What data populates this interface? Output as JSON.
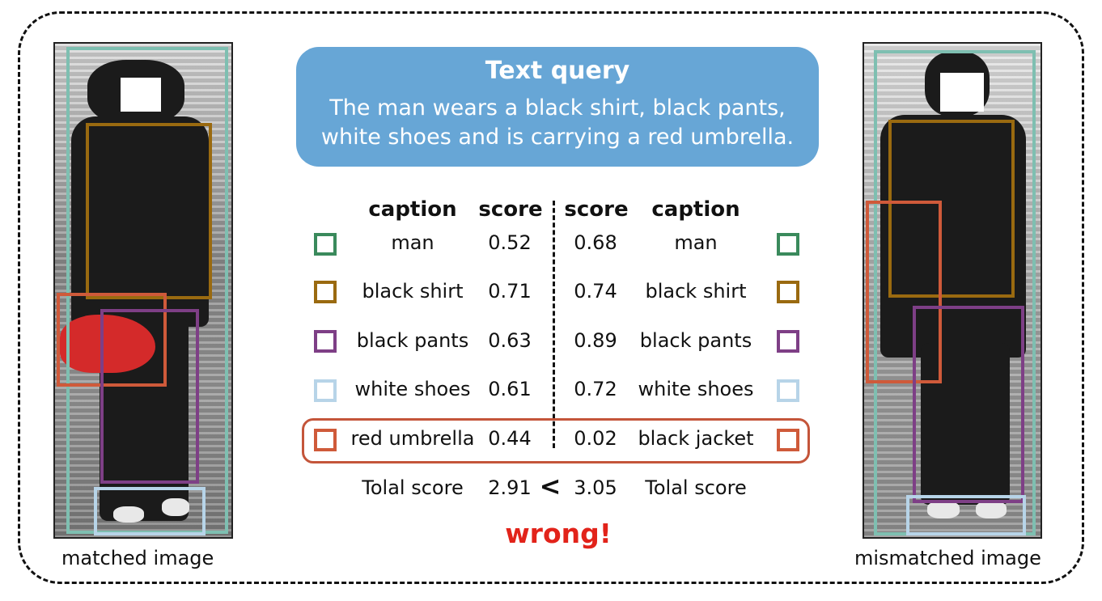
{
  "text_query": {
    "title": "Text query",
    "line1": "The man wears a black shirt, black pants,",
    "line2": "white shoes and is carrying a red umbrella."
  },
  "headers": {
    "left_caption": "caption",
    "left_score": "score",
    "right_score": "score",
    "right_caption": "caption"
  },
  "rows": [
    {
      "left_caption": "man",
      "left_score": "0.52",
      "right_score": "0.68",
      "right_caption": "man",
      "color": "#3a8a5c"
    },
    {
      "left_caption": "black shirt",
      "left_score": "0.71",
      "right_score": "0.74",
      "right_caption": "black shirt",
      "color": "#9a6a10"
    },
    {
      "left_caption": "black pants",
      "left_score": "0.63",
      "right_score": "0.89",
      "right_caption": "black pants",
      "color": "#7e3f86"
    },
    {
      "left_caption": "white shoes",
      "left_score": "0.61",
      "right_score": "0.72",
      "right_caption": "white shoes",
      "color": "#b7d4e8"
    },
    {
      "left_caption": "red umbrella",
      "left_score": "0.44",
      "right_score": "0.02",
      "right_caption": "black jacket",
      "color": "#cf5a3a"
    }
  ],
  "total": {
    "left_label": "Tolal score",
    "left_value": "2.91",
    "comparator": "<",
    "right_value": "3.05",
    "right_label": "Tolal score"
  },
  "verdict": "wrong!",
  "images": {
    "left_label": "matched image",
    "right_label": "mismatched image"
  },
  "colors": {
    "man": "#7ebfb1",
    "shirt": "#9a6a10",
    "pants": "#7e3f86",
    "shoes": "#b7d4e8",
    "umbrella_jacket": "#cf5a3a",
    "query_bg": "#67a6d6",
    "verdict": "#e2231a"
  }
}
